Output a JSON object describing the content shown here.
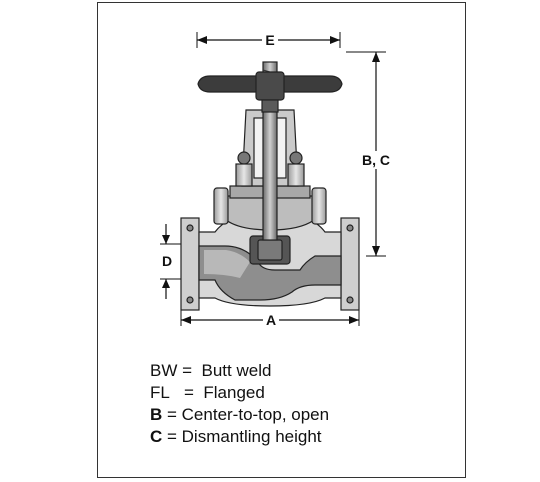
{
  "dimensions": {
    "e_label": "E",
    "bc_label": "B, C",
    "d_label": "D",
    "a_label": "A"
  },
  "legend": {
    "bw_key": "BW",
    "bw_sep": " =  ",
    "bw_value": "Butt weld",
    "fl_key": "FL",
    "fl_sep": "   =  ",
    "fl_value": "Flanged",
    "b_key": "B",
    "b_value": " = Center-to-top, open",
    "c_key": "C",
    "c_value": " = Dismantling height"
  }
}
